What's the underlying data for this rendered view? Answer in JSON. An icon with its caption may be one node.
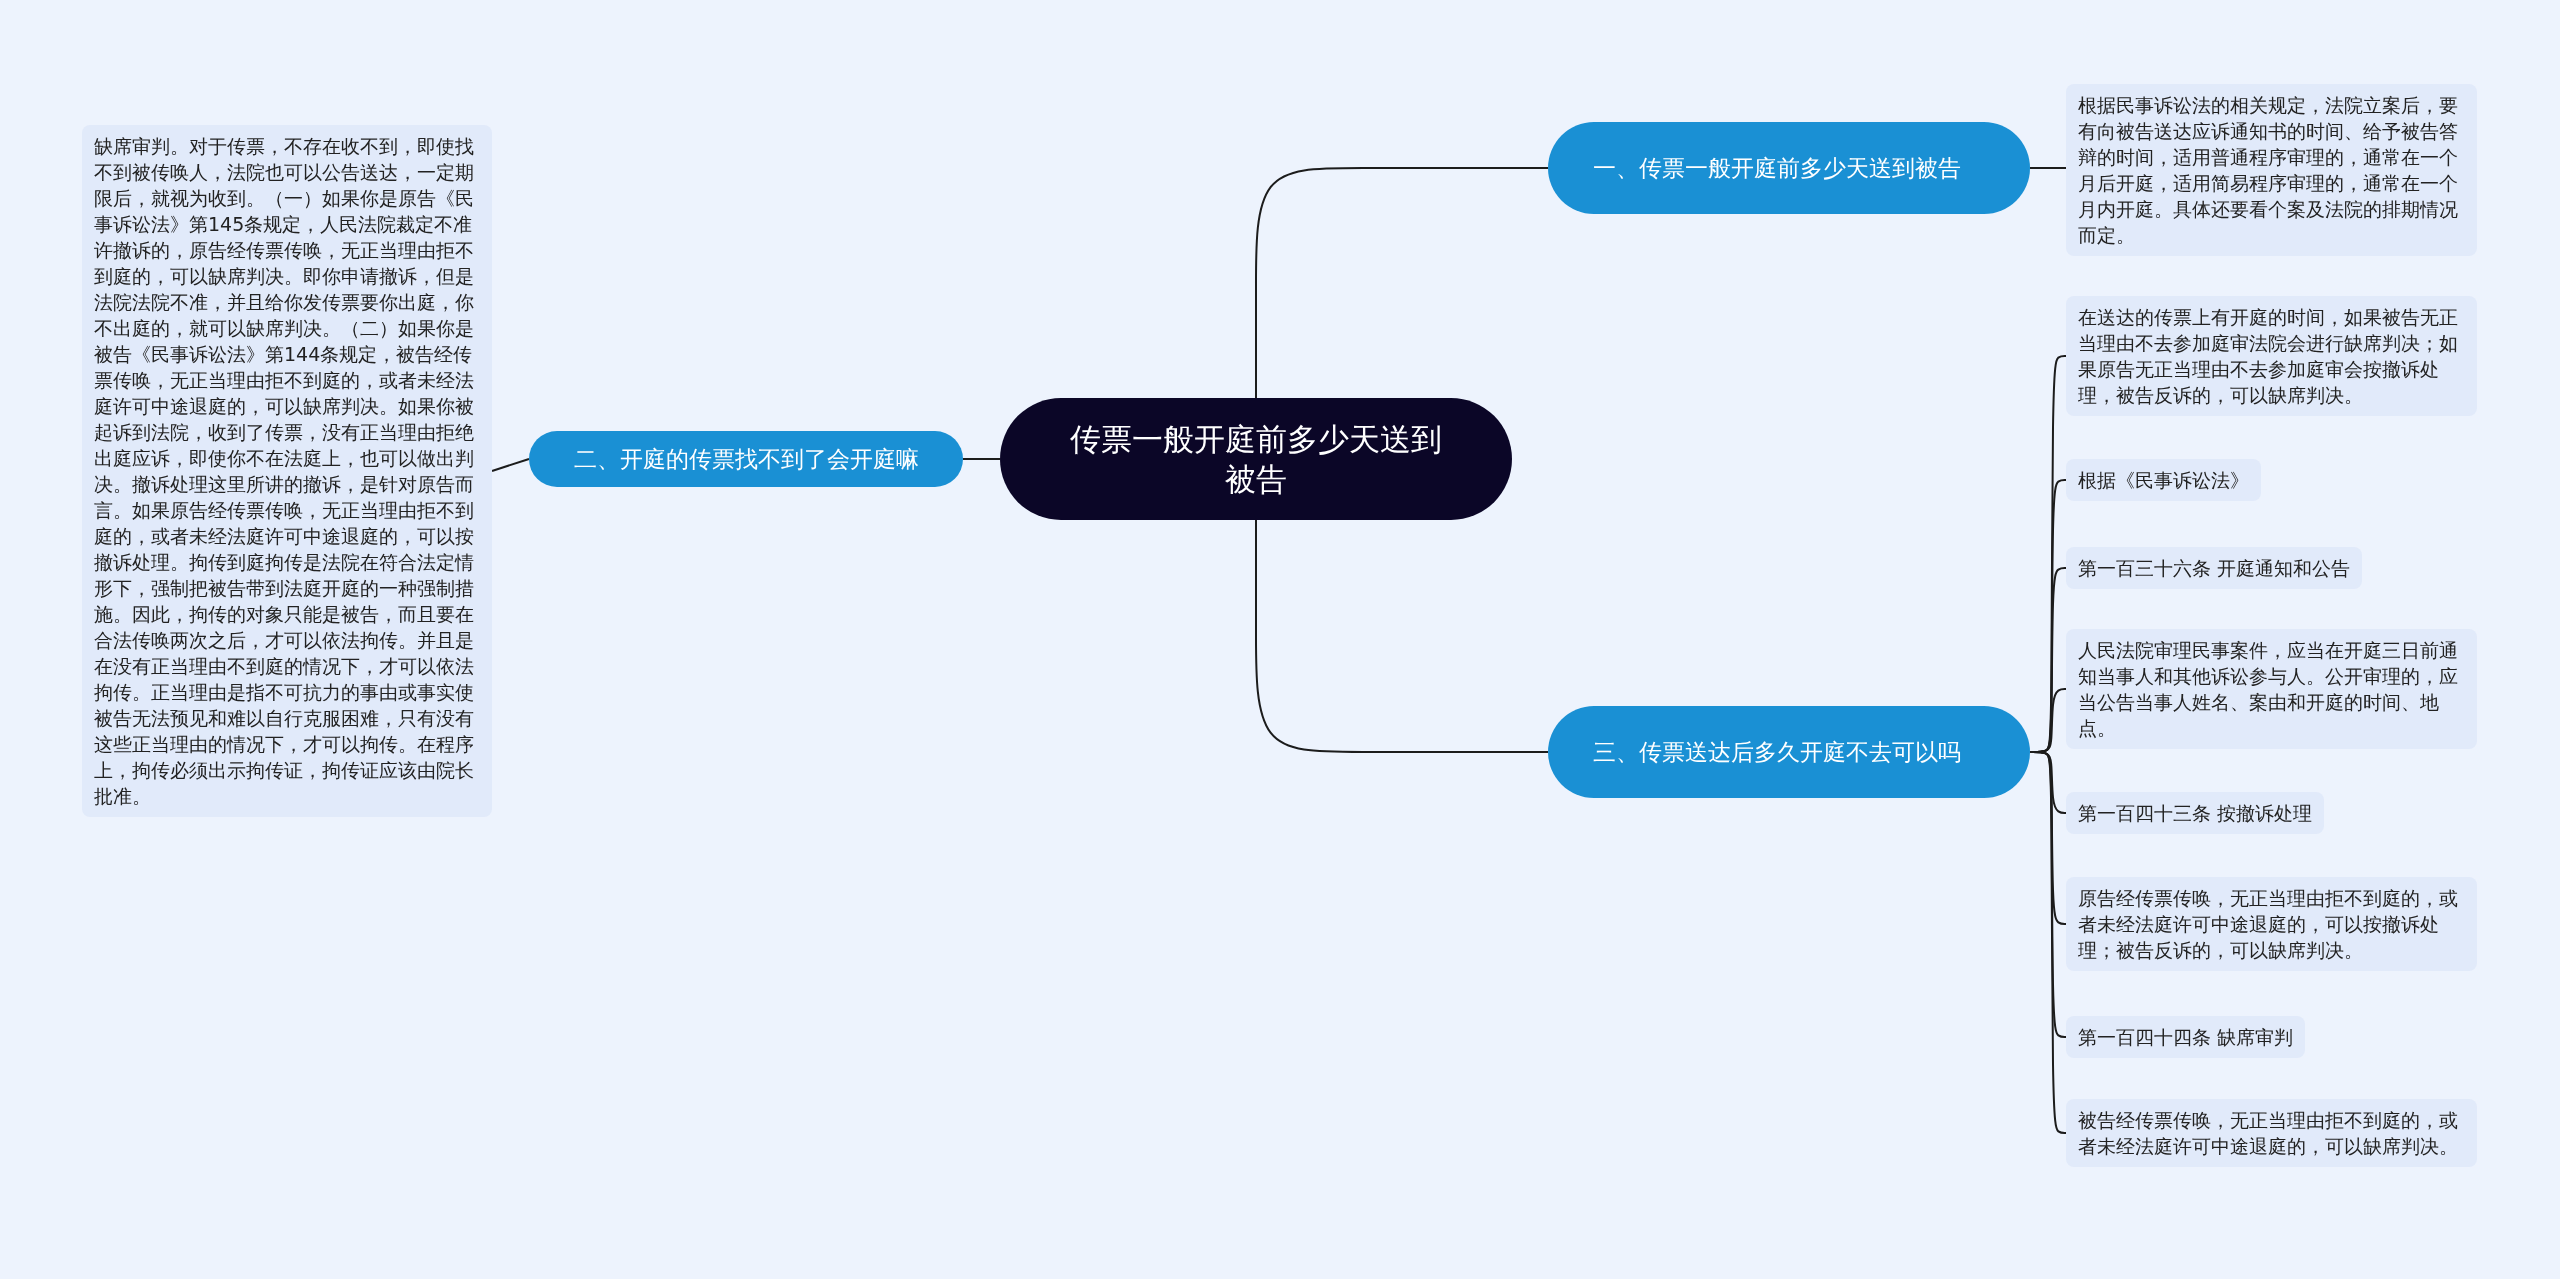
{
  "diagram": {
    "nodes": [
      {
        "text": [
          "传票一般开庭前多少天送到被告"
        ]
      },
      {
        "text": [
          "一、传票一般开庭前多少天送到被告"
        ]
      },
      {
        "text": [
          "根据民事诉讼法的相关规定，法院立案后，要有向被告送达应诉通知书的时间、给予被告答辩的时间，适用普通程序审理的，通常在一个月后开庭，适用简易程序审理的，通常在一个月内开庭。具体还要看个案及法院的排期情况而定。"
        ]
      },
      {
        "text": [
          "二、开庭的传票找不到了会开庭嘛"
        ]
      },
      {
        "text": [
          "缺席审判。对于传票，不存在收不到，即使找不到被传唤人，法院也可以公告送达，一定期限后，就视为收到。（一）如果你是原告《民事诉讼法》第145条规定，人民法院裁定不准许撤诉的，原告经传票传唤，无正当理由拒不到庭的，可以缺席判决。即你申请撤诉，但是法院法院不准，并且给你发传票要你出庭，你不出庭的，就可以缺席判决。（二）如果你是被告《民事诉讼法》第144条规定，被告经传票传唤，无正当理由拒不到庭的，或者未经法庭许可中途退庭的，可以缺席判决。如果你被起诉到法院，收到了传票，没有正当理由拒绝出庭应诉，即使你不在法庭上，也可以做出判决。撤诉处理这里所讲的撤诉，是针对原告而言。如果原告经传票传唤，无正当理由拒不到庭的，或者未经法庭许可中途退庭的，可以按撤诉处理。拘传到庭拘传是法院在符合法定情形下，强制把被告带到法庭开庭的一种强制措施。因此，拘传的对象只能是被告，而且要在合法传唤两次之后，才可以依法拘传。并且是在没有正当理由不到庭的情况下，才可以依法拘传。正当理由是指不可抗力的事由或事实使被告无法预见和难以自行克服困难，只有没有这些正当理由的情况下，才可以拘传。在程序上，拘传必须出示拘传证，拘传证应该由院长批准。"
        ]
      },
      {
        "text": [
          "三、传票送达后多久开庭不去可以吗"
        ]
      },
      {
        "text": [
          "在送达的传票上有开庭的时间，如果被告无正当理由不去参加庭审法院会进行缺席判决；如果原告无正当理由不去参加庭审会按撤诉处理，被告反诉的，可以缺席判决。"
        ]
      },
      {
        "text": [
          "根据《民事诉讼法》"
        ]
      },
      {
        "text": [
          "第一百三十六条 开庭通知和公告"
        ]
      },
      {
        "text": [
          "人民法院审理民事案件，应当在开庭三日前通知当事人和其他诉讼参与人。公开审理的，应当公告当事人姓名、案由和开庭的时间、地点。"
        ]
      },
      {
        "text": [
          "第一百四十三条 按撤诉处理"
        ]
      },
      {
        "text": [
          "原告经传票传唤，无正当理由拒不到庭的，或者未经法庭许可中途退庭的，可以按撤诉处理；被告反诉的，可以缺席判决。"
        ]
      },
      {
        "text": [
          "第一百四十四条 缺席审判"
        ]
      },
      {
        "text": [
          "被告经传票传唤，无正当理由拒不到庭的，或者未经法庭许可中途退庭的，可以缺席判决。"
        ]
      }
    ],
    "edges": [
      {
        "from": 0,
        "to": 1,
        "arrow": "none"
      },
      {
        "from": 1,
        "to": 2,
        "arrow": "none"
      },
      {
        "from": 0,
        "to": 3,
        "arrow": "none"
      },
      {
        "from": 3,
        "to": 4,
        "arrow": "none"
      },
      {
        "from": 0,
        "to": 5,
        "arrow": "none"
      },
      {
        "from": 5,
        "to": 6,
        "arrow": "none"
      },
      {
        "from": 5,
        "to": 7,
        "arrow": "none"
      },
      {
        "from": 5,
        "to": 8,
        "arrow": "none"
      },
      {
        "from": 5,
        "to": 9,
        "arrow": "none"
      },
      {
        "from": 5,
        "to": 10,
        "arrow": "none"
      },
      {
        "from": 5,
        "to": 11,
        "arrow": "none"
      },
      {
        "from": 5,
        "to": 12,
        "arrow": "none"
      },
      {
        "from": 5,
        "to": 13,
        "arrow": "none"
      }
    ]
  }
}
